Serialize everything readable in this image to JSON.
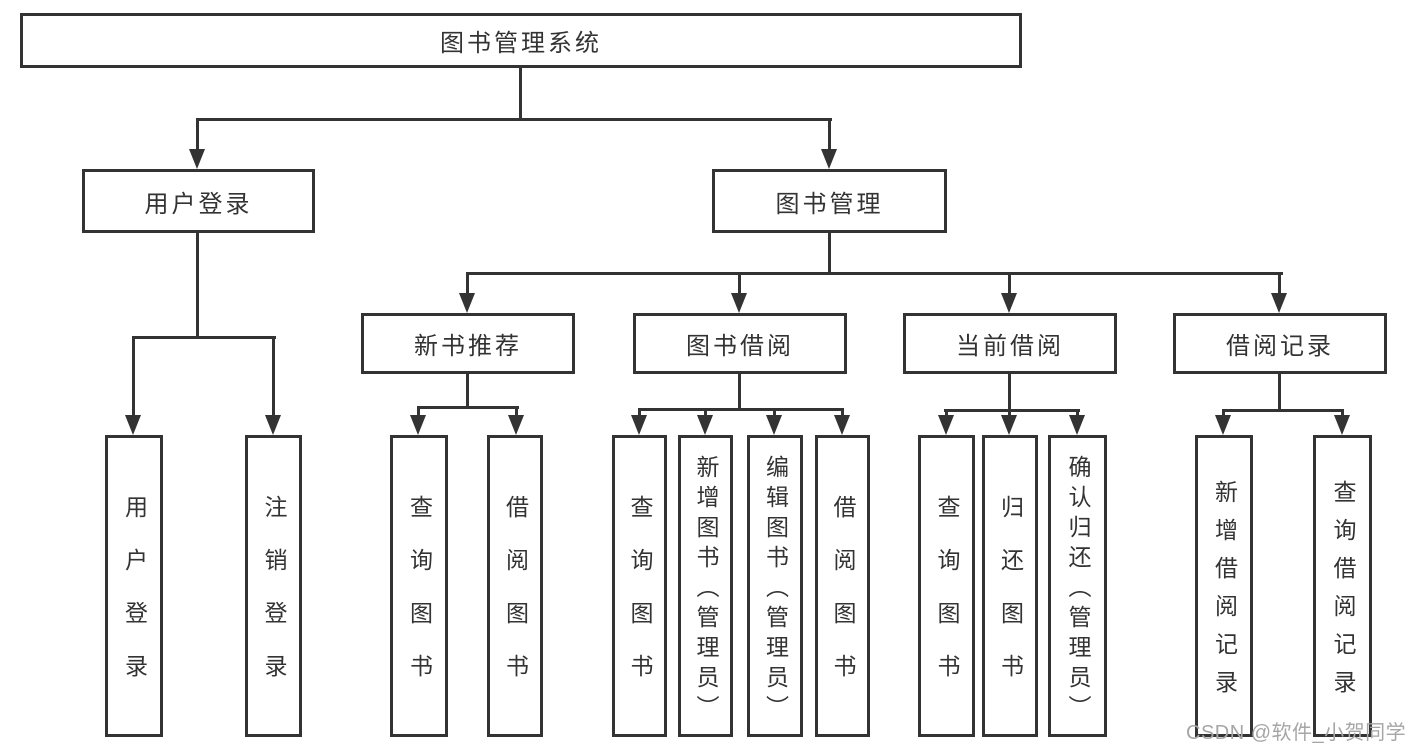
{
  "tree": {
    "root": {
      "label": "图书管理系统"
    },
    "branches": [
      {
        "label": "用户登录",
        "leaves": [
          {
            "label": "用户登录"
          },
          {
            "label": "注销登录"
          }
        ]
      },
      {
        "label": "图书管理",
        "sections": [
          {
            "label": "新书推荐",
            "leaves": [
              {
                "label": "查询图书"
              },
              {
                "label": "借阅图书"
              }
            ]
          },
          {
            "label": "图书借阅",
            "leaves": [
              {
                "label": "查询图书"
              },
              {
                "label": "新增图书（管理员）"
              },
              {
                "label": "编辑图书（管理员）"
              },
              {
                "label": "借阅图书"
              }
            ]
          },
          {
            "label": "当前借阅",
            "leaves": [
              {
                "label": "查询图书"
              },
              {
                "label": "归还图书"
              },
              {
                "label": "确认归还（管理员）"
              }
            ]
          },
          {
            "label": "借阅记录",
            "leaves": [
              {
                "label": "新增借阅记录"
              },
              {
                "label": "查询借阅记录"
              }
            ]
          }
        ]
      }
    ]
  },
  "watermark": {
    "text": "CSDN @软件_小贺同学"
  },
  "colors": {
    "line": "#333333",
    "text": "#333333",
    "background": "#ffffff",
    "watermark": "#a6a6a6"
  }
}
